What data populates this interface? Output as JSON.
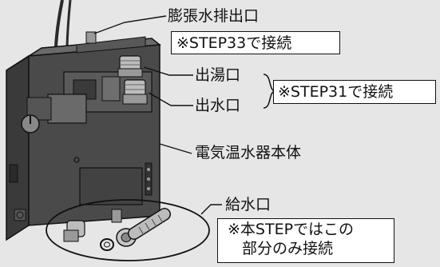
{
  "labels": {
    "expansion_outlet": "膨張水排出口",
    "step33_note": "※STEP33で接続",
    "hot_outlet": "出湯口",
    "water_outlet": "出水口",
    "step31_note": "※STEP31で接続",
    "heater_body": "電気温水器本体",
    "water_inlet": "給水口",
    "step_note_line1": "※本STEPではこの",
    "step_note_line2": "部分のみ接続"
  },
  "colors": {
    "background": "#e6e6e6",
    "device_dark": "#3a3a3a",
    "device_mid": "#5a5a5a",
    "device_light": "#8a8a8a",
    "metal": "#bdbdbd",
    "line": "#111111",
    "box_fill": "#ffffff"
  }
}
